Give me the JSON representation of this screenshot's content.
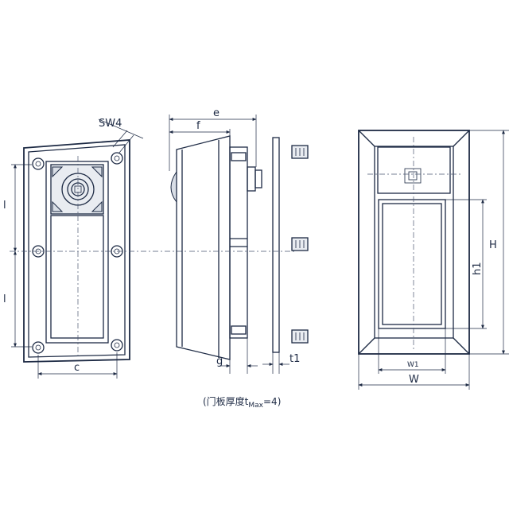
{
  "front_view": {
    "label_l_top": "l",
    "label_l_bottom": "l",
    "label_c": "c",
    "label_sw": "SW4"
  },
  "side_view": {
    "label_e": "e",
    "label_f": "f",
    "label_g": "g",
    "label_t1": "t1"
  },
  "back_view": {
    "label_H": "H",
    "label_h1": "h1",
    "label_W": "W",
    "label_W1": "W1"
  },
  "note": {
    "text_before": "(门板厚度t",
    "subscript": "Max",
    "text_after": "=4)"
  }
}
